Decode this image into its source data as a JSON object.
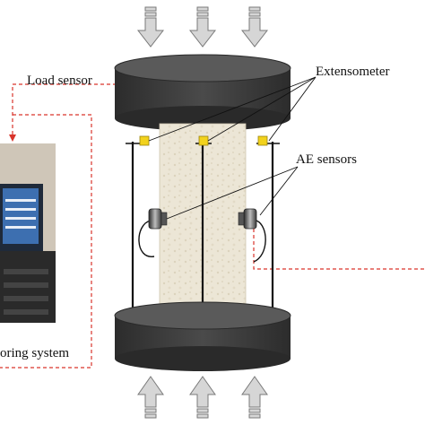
{
  "labels": {
    "load_sensor": "Load  sensor",
    "extensometer": "Extensometer",
    "ae_sensors": "AE  sensors",
    "monitoring_system": "oring system"
  },
  "colors": {
    "platen": "#3b3b3b",
    "platen_top": "#555555",
    "specimen": "#ece6d6",
    "extensometer_clip": "#f2d21c",
    "dashed_line": "#d9342b",
    "arrow_fill": "#d6d6d6",
    "arrow_stroke": "#7a7a7a"
  },
  "icons": {
    "load_arrow": "down-arrow-icon",
    "support_arrow": "up-arrow-icon",
    "ae_sensor": "cylindrical-sensor-icon",
    "monitor": "computer-monitor-icon"
  }
}
